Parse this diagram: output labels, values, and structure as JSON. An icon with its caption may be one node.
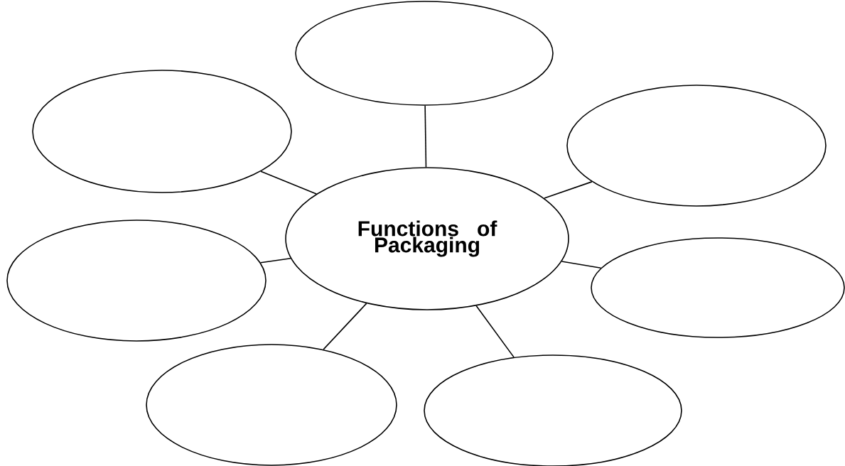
{
  "diagram": {
    "nodes": [
      {
        "text": [
          "Functions of Packaging"
        ]
      },
      {
        "text": [],
        "shape": "ellipse"
      },
      {
        "text": [],
        "shape": "ellipse"
      },
      {
        "text": [],
        "shape": "ellipse"
      },
      {
        "text": [],
        "shape": "ellipse"
      },
      {
        "text": [],
        "shape": "ellipse"
      },
      {
        "text": [],
        "shape": "ellipse"
      },
      {
        "text": [],
        "shape": "ellipse"
      }
    ],
    "edges": [
      {
        "from": 0,
        "to": 1,
        "arrow": "none"
      },
      {
        "from": 0,
        "to": 2,
        "arrow": "none"
      },
      {
        "from": 0,
        "to": 3,
        "arrow": "none"
      },
      {
        "from": 0,
        "to": 4,
        "arrow": "none"
      },
      {
        "from": 0,
        "to": 5,
        "arrow": "none"
      },
      {
        "from": 0,
        "to": 6,
        "arrow": "none"
      },
      {
        "from": 0,
        "to": 7,
        "arrow": "none"
      }
    ]
  }
}
